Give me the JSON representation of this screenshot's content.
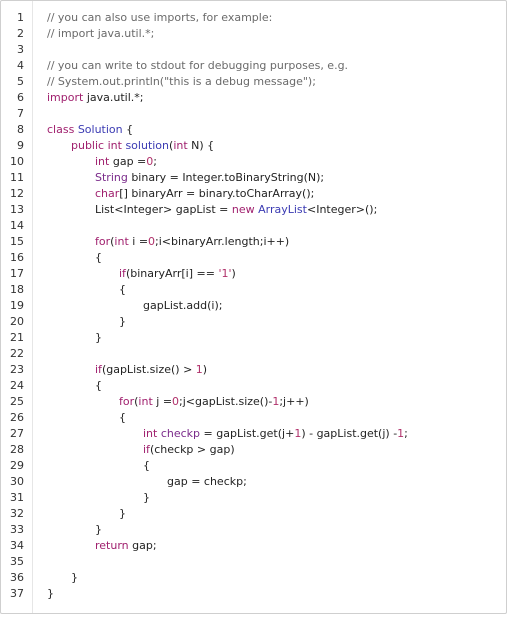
{
  "editor": {
    "lines": [
      {
        "no": "1",
        "indent": 0,
        "tokens": [
          {
            "t": "// you can also use imports, for example:",
            "k": "com"
          }
        ]
      },
      {
        "no": "2",
        "indent": 0,
        "tokens": [
          {
            "t": "// import java.util.*;",
            "k": "com"
          }
        ]
      },
      {
        "no": "3",
        "indent": 0,
        "tokens": []
      },
      {
        "no": "4",
        "indent": 0,
        "tokens": [
          {
            "t": "// you can write to stdout for debugging purposes, e.g.",
            "k": "com"
          }
        ]
      },
      {
        "no": "5",
        "indent": 0,
        "tokens": [
          {
            "t": "// System.out.println(\"this is a debug message\");",
            "k": "com"
          }
        ]
      },
      {
        "no": "6",
        "indent": 0,
        "tokens": [
          {
            "t": "import",
            "k": "kw"
          },
          {
            "t": " java.util.*;",
            "k": ""
          }
        ]
      },
      {
        "no": "7",
        "indent": 0,
        "tokens": []
      },
      {
        "no": "8",
        "indent": 0,
        "tokens": [
          {
            "t": "class",
            "k": "kw"
          },
          {
            "t": " ",
            "k": ""
          },
          {
            "t": "Solution",
            "k": "fn"
          },
          {
            "t": " {",
            "k": ""
          }
        ]
      },
      {
        "no": "9",
        "indent": 1,
        "tokens": [
          {
            "t": "public",
            "k": "kw"
          },
          {
            "t": " ",
            "k": ""
          },
          {
            "t": "int",
            "k": "kw"
          },
          {
            "t": " ",
            "k": ""
          },
          {
            "t": "solution",
            "k": "fn"
          },
          {
            "t": "(",
            "k": ""
          },
          {
            "t": "int",
            "k": "kw"
          },
          {
            "t": " N",
            "k": ""
          },
          {
            "t": ") {",
            "k": ""
          }
        ]
      },
      {
        "no": "10",
        "indent": 2,
        "tokens": [
          {
            "t": "int",
            "k": "kw"
          },
          {
            "t": " gap =",
            "k": ""
          },
          {
            "t": "0",
            "k": "num"
          },
          {
            "t": ";",
            "k": ""
          }
        ]
      },
      {
        "no": "11",
        "indent": 2,
        "tokens": [
          {
            "t": "String",
            "k": "type"
          },
          {
            "t": " binary = Integer.toBinaryString(N);",
            "k": ""
          }
        ]
      },
      {
        "no": "12",
        "indent": 2,
        "tokens": [
          {
            "t": "char",
            "k": "kw"
          },
          {
            "t": "[] binaryArr = binary.toCharArray();",
            "k": ""
          }
        ]
      },
      {
        "no": "13",
        "indent": 2,
        "tokens": [
          {
            "t": "List<Integer> gapList = ",
            "k": ""
          },
          {
            "t": "new",
            "k": "kw"
          },
          {
            "t": " ",
            "k": ""
          },
          {
            "t": "ArrayList",
            "k": "fn"
          },
          {
            "t": "<Integer>();",
            "k": ""
          }
        ]
      },
      {
        "no": "14",
        "indent": 0,
        "tokens": []
      },
      {
        "no": "15",
        "indent": 2,
        "tokens": [
          {
            "t": "for",
            "k": "kw"
          },
          {
            "t": "(",
            "k": ""
          },
          {
            "t": "int",
            "k": "kw"
          },
          {
            "t": " i =",
            "k": ""
          },
          {
            "t": "0",
            "k": "num"
          },
          {
            "t": ";i<binaryArr.length;i++)",
            "k": ""
          }
        ]
      },
      {
        "no": "16",
        "indent": 2,
        "tokens": [
          {
            "t": "{",
            "k": ""
          }
        ]
      },
      {
        "no": "17",
        "indent": 3,
        "tokens": [
          {
            "t": "if",
            "k": "kw"
          },
          {
            "t": "(binaryArr[i] == ",
            "k": ""
          },
          {
            "t": "'1'",
            "k": "str"
          },
          {
            "t": ")",
            "k": ""
          }
        ]
      },
      {
        "no": "18",
        "indent": 3,
        "tokens": [
          {
            "t": "{",
            "k": ""
          }
        ]
      },
      {
        "no": "19",
        "indent": 4,
        "tokens": [
          {
            "t": "gapList.add(i);",
            "k": ""
          }
        ]
      },
      {
        "no": "20",
        "indent": 3,
        "tokens": [
          {
            "t": "}",
            "k": ""
          }
        ]
      },
      {
        "no": "21",
        "indent": 2,
        "tokens": [
          {
            "t": "}",
            "k": ""
          }
        ]
      },
      {
        "no": "22",
        "indent": 0,
        "tokens": []
      },
      {
        "no": "23",
        "indent": 2,
        "tokens": [
          {
            "t": "if",
            "k": "kw"
          },
          {
            "t": "(gapList.size() > ",
            "k": ""
          },
          {
            "t": "1",
            "k": "num"
          },
          {
            "t": ")",
            "k": ""
          }
        ]
      },
      {
        "no": "24",
        "indent": 2,
        "tokens": [
          {
            "t": "{",
            "k": ""
          }
        ]
      },
      {
        "no": "25",
        "indent": 3,
        "tokens": [
          {
            "t": "for",
            "k": "kw"
          },
          {
            "t": "(",
            "k": ""
          },
          {
            "t": "int",
            "k": "kw"
          },
          {
            "t": " j =",
            "k": ""
          },
          {
            "t": "0",
            "k": "num"
          },
          {
            "t": ";j<gapList.size()-",
            "k": ""
          },
          {
            "t": "1",
            "k": "num"
          },
          {
            "t": ";j++)",
            "k": ""
          }
        ]
      },
      {
        "no": "26",
        "indent": 3,
        "tokens": [
          {
            "t": "{",
            "k": ""
          }
        ]
      },
      {
        "no": "27",
        "indent": 4,
        "tokens": [
          {
            "t": "int",
            "k": "kw"
          },
          {
            "t": " ",
            "k": ""
          },
          {
            "t": "checkp",
            "k": "type"
          },
          {
            "t": " = gapList.get(j+",
            "k": ""
          },
          {
            "t": "1",
            "k": "num"
          },
          {
            "t": ") - gapList.get(j) -",
            "k": ""
          },
          {
            "t": "1",
            "k": "num"
          },
          {
            "t": ";",
            "k": ""
          }
        ]
      },
      {
        "no": "28",
        "indent": 4,
        "tokens": [
          {
            "t": "if",
            "k": "kw"
          },
          {
            "t": "(checkp > gap)",
            "k": ""
          }
        ]
      },
      {
        "no": "29",
        "indent": 4,
        "tokens": [
          {
            "t": "{",
            "k": ""
          }
        ]
      },
      {
        "no": "30",
        "indent": 5,
        "tokens": [
          {
            "t": "gap = checkp;",
            "k": ""
          }
        ]
      },
      {
        "no": "31",
        "indent": 4,
        "tokens": [
          {
            "t": "}",
            "k": ""
          }
        ]
      },
      {
        "no": "32",
        "indent": 3,
        "tokens": [
          {
            "t": "}",
            "k": ""
          }
        ]
      },
      {
        "no": "33",
        "indent": 2,
        "tokens": [
          {
            "t": "}",
            "k": ""
          }
        ]
      },
      {
        "no": "34",
        "indent": 2,
        "tokens": [
          {
            "t": "return",
            "k": "kw"
          },
          {
            "t": " gap;",
            "k": ""
          }
        ]
      },
      {
        "no": "35",
        "indent": 0,
        "tokens": []
      },
      {
        "no": "36",
        "indent": 1,
        "tokens": [
          {
            "t": "}",
            "k": ""
          }
        ]
      },
      {
        "no": "37",
        "indent": 0,
        "tokens": [
          {
            "t": "}",
            "k": ""
          }
        ]
      }
    ]
  }
}
